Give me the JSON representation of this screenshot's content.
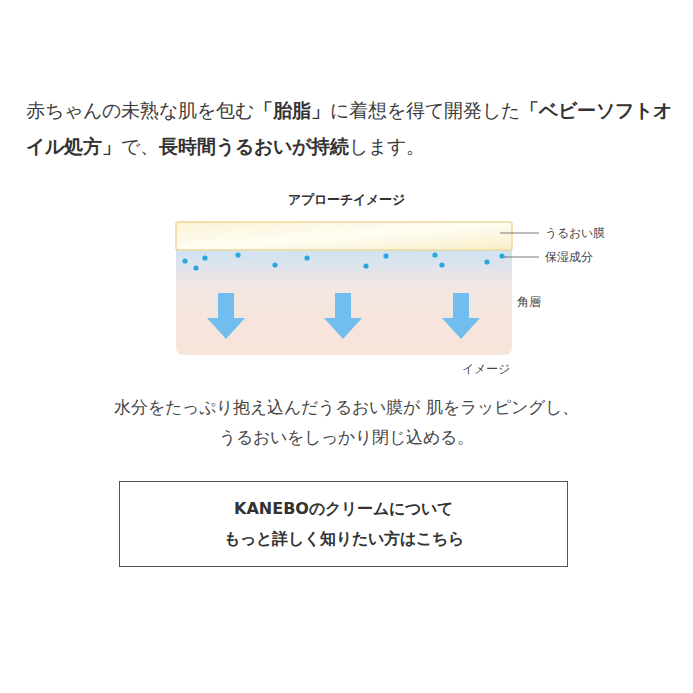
{
  "diagram": {
    "title": "アプローチイメージ",
    "caption": "水分をたっぷり抱え込んだうるおい膜が 肌をラッピングし、 うるおいをしっかり閉じ込める。",
    "nodes": [
      {
        "text": [
          "KANEBOのクリームについて もっと詳しく知りたい方はこちら"
        ]
      }
    ],
    "edges": [],
    "labels": [
      "赤ちゃんの未熟な肌を包む",
      "「胎脂」",
      "に着想を得て開発した",
      "「ベビーソフトオイル処方」",
      "で、",
      "長時間うるおいが持続",
      "します。",
      "うるおい膜",
      "保湿成分",
      "角層",
      "イメージ"
    ]
  }
}
